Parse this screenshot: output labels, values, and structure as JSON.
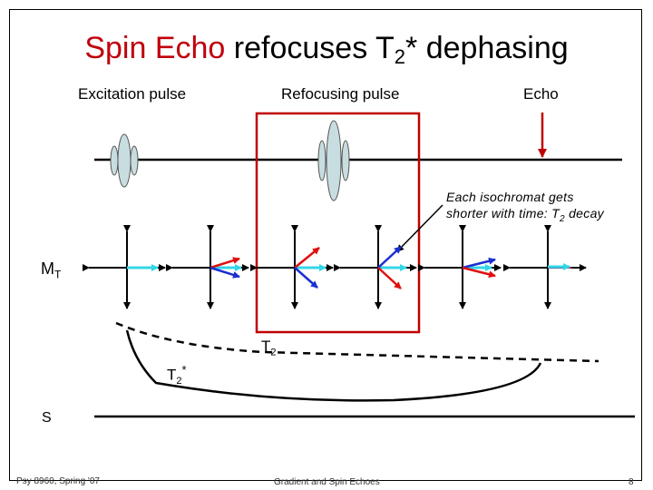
{
  "title": {
    "highlight": "Spin Echo",
    "rest": " refocuses T",
    "sub": "2",
    "tail": "* dephasing"
  },
  "labels": {
    "excitation": "Excitation pulse",
    "refocusing": "Refocusing pulse",
    "echo": "Echo"
  },
  "annotation": {
    "line1": "Each isochromat gets",
    "line2_prefix": "shorter with time:  T",
    "line2_sub": "2",
    "line2_suffix": " decay"
  },
  "axis_labels": {
    "mt_main": "M",
    "mt_sub": "T",
    "t2_main": "T",
    "t2_sub": "2",
    "t2star_main": "T",
    "t2star_sub": "2",
    "t2star_sup": "*",
    "s": "S"
  },
  "footer": {
    "left": "Psy 8960, Spring '07",
    "center": "Gradient and Spin Echoes",
    "page": "8"
  },
  "colors": {
    "title_accent": "#c0000c",
    "box": "#c00000",
    "pulse_fill": "#c8dde0",
    "echo_arrow": "#c00000",
    "vec_cyan": "#33d6e6",
    "vec_red": "#e01010",
    "vec_blue": "#1a2fd0"
  }
}
